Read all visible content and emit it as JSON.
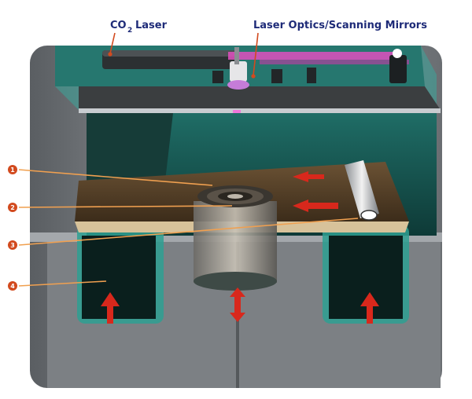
{
  "labels": {
    "co2_laser": "CO",
    "co2_laser_sub": "2",
    "co2_laser_rest": "Laser",
    "optics": "Laser Optics/Scanning Mirrors"
  },
  "callouts": [
    "1",
    "2",
    "3",
    "4"
  ],
  "colors": {
    "label_text": "#1e2b78",
    "callout": "#d24a1e",
    "leader": "#f0a050",
    "laser_beam": "#e04fc0",
    "arrow": "#d8281c",
    "chamber_teal": "#3aa69a",
    "housing_gray": "#8c9094"
  }
}
